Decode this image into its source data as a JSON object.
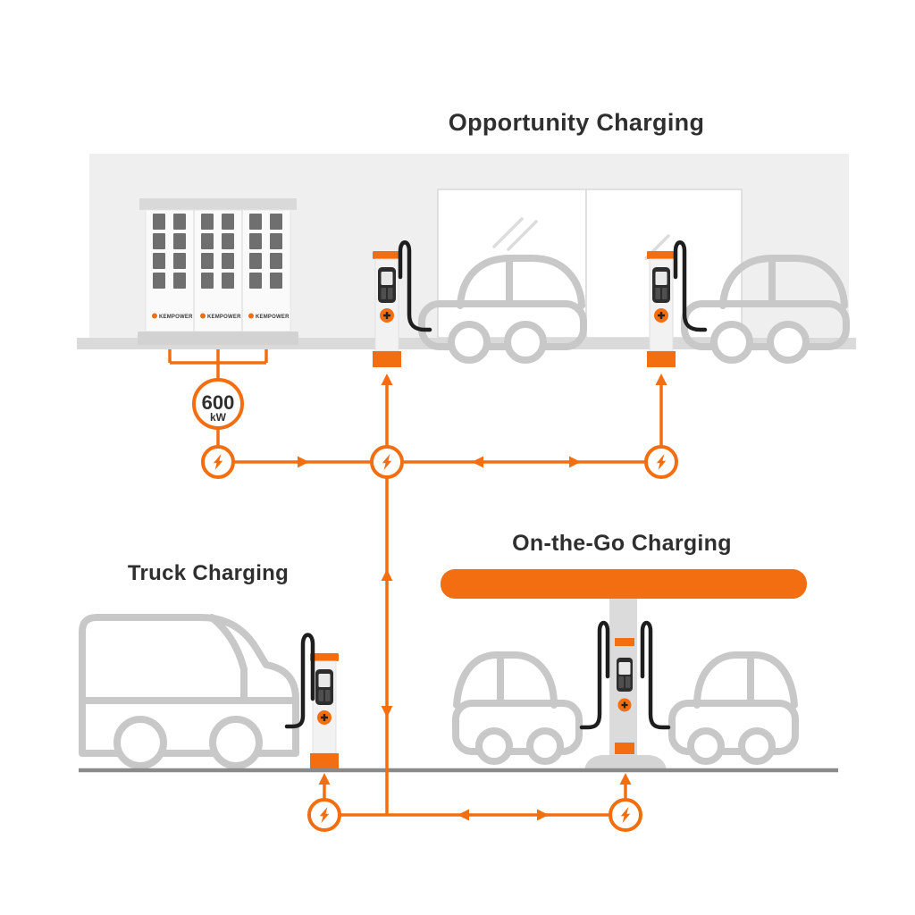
{
  "titles": {
    "opportunity": "Opportunity Charging",
    "truck": "Truck Charging",
    "on_the_go": "On-the-Go Charging"
  },
  "power_rating": {
    "value": "600",
    "unit": "kW"
  },
  "cabinet": {
    "brand": "KEMPOWER",
    "unit_count": 3
  },
  "icons": {
    "node": "lightning-bolt-icon",
    "socket": "plus-icon",
    "flow": "arrow-icon"
  },
  "colors": {
    "accent": "#F26E10",
    "vehicle_outline": "#C8C8C8",
    "cable": "#1E1E1E",
    "text": "#2F2F2F",
    "building": "#EFEFEF",
    "sidewalk": "#DADADA",
    "ground_line": "#8A8A8A",
    "cabinet_body": "#FAFAFA",
    "cabinet_trim": "#D9D9D9",
    "grille": "#6F6F6F",
    "column": "#DBDBDB",
    "door": "#FFFFFF"
  }
}
